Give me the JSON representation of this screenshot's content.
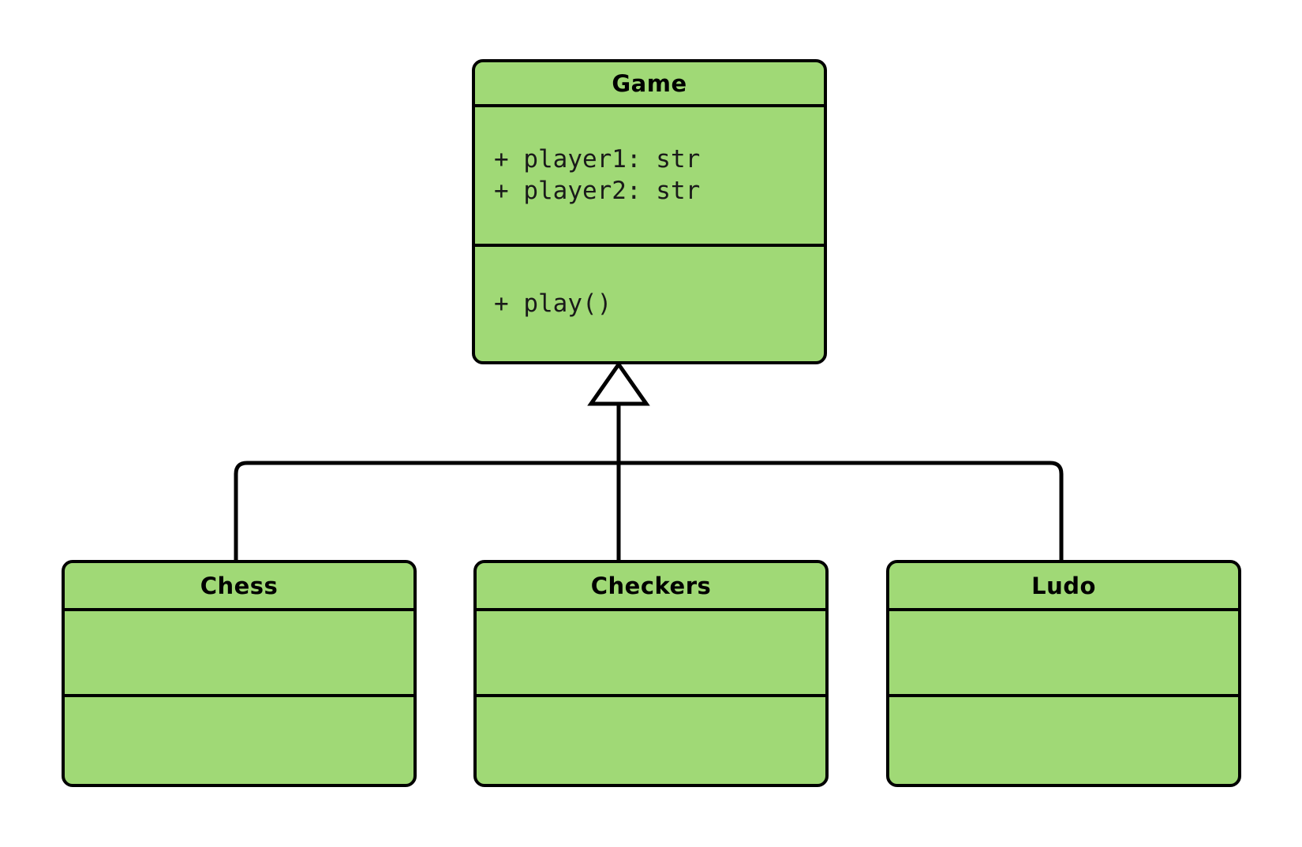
{
  "diagram": {
    "type": "uml-class-diagram",
    "background_color": "#ffffff",
    "node_fill_color": "#a0d976",
    "node_stroke_color": "#000000",
    "relationship": "generalization",
    "arrow_style": "hollow-triangle"
  },
  "classes": {
    "game": {
      "name": "Game",
      "attributes": [
        "+ player1: str",
        "+ player2: str"
      ],
      "methods": [
        "+ play()"
      ]
    },
    "chess": {
      "name": "Chess",
      "attributes": [],
      "methods": []
    },
    "checkers": {
      "name": "Checkers",
      "attributes": [],
      "methods": []
    },
    "ludo": {
      "name": "Ludo",
      "attributes": [],
      "methods": []
    }
  },
  "edges": [
    {
      "from": "Chess",
      "to": "Game",
      "kind": "inherits"
    },
    {
      "from": "Checkers",
      "to": "Game",
      "kind": "inherits"
    },
    {
      "from": "Ludo",
      "to": "Game",
      "kind": "inherits"
    }
  ]
}
